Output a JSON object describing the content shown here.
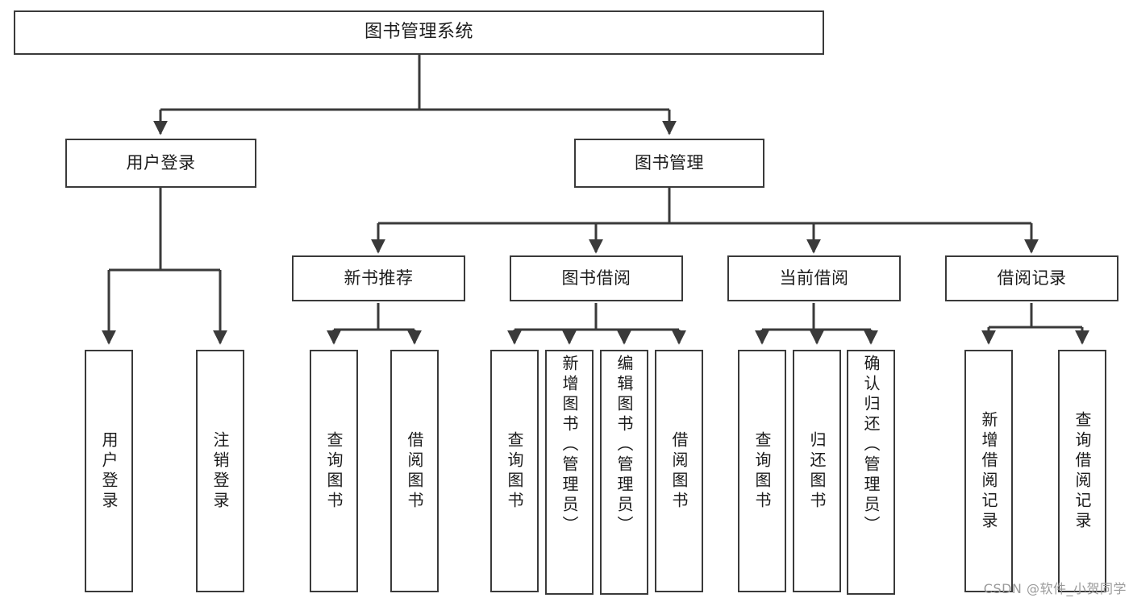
{
  "diagram": {
    "title": "图书管理系统",
    "type": "tree-hierarchy-chart",
    "line_color": "#3a3a3a",
    "box_fill": "#ffffff",
    "text_color": "#1c1c1c"
  },
  "root": {
    "label": "图书管理系统"
  },
  "level1": [
    {
      "label": "用户登录"
    },
    {
      "label": "图书管理"
    }
  ],
  "level2": [
    {
      "label": "新书推荐"
    },
    {
      "label": "图书借阅"
    },
    {
      "label": "当前借阅"
    },
    {
      "label": "借阅记录"
    }
  ],
  "leaves": {
    "user_login": [
      {
        "label": "用户登录"
      },
      {
        "label": "注销登录"
      }
    ],
    "new_book": [
      {
        "label": "查询图书"
      },
      {
        "label": "借阅图书"
      }
    ],
    "book_borrow": [
      {
        "label": "查询图书"
      },
      {
        "label": "新增图书（管理员）"
      },
      {
        "label": "编辑图书（管理员）"
      },
      {
        "label": "借阅图书"
      }
    ],
    "current_borrow": [
      {
        "label": "查询图书"
      },
      {
        "label": "归还图书"
      },
      {
        "label": "确认归还（管理员）"
      }
    ],
    "borrow_record": [
      {
        "label": "新增借阅记录"
      },
      {
        "label": "查询借阅记录"
      }
    ]
  },
  "watermark": {
    "text": "CSDN @软件_小贺同学"
  }
}
